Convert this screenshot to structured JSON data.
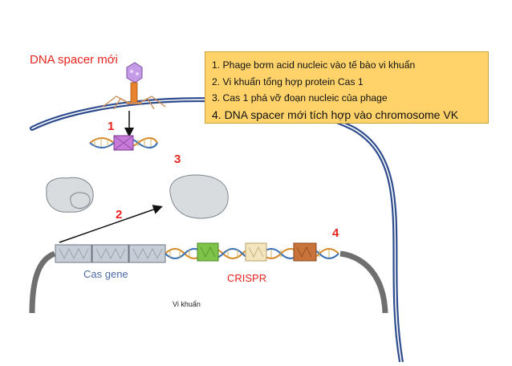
{
  "title": "DNA spacer mới",
  "legend": {
    "items": [
      "1. Phage bơm acid nucleic vào tế bào vi khuẩn",
      "2. Vi khuẩn tổng hợp protein Cas 1",
      "3. Cas 1 phá vỡ đoạn nucleic của phage",
      "4. DNA spacer mới tích hợp vào chromosome VK"
    ]
  },
  "step_numbers": [
    "1",
    "2",
    "3",
    "4"
  ],
  "labels": {
    "cas_gene": "Cas gene",
    "crispr": "CRISPR",
    "bacterium": "Vi khuẩn"
  },
  "colors": {
    "membrane": "#2f4d8e",
    "chromosome": "#6f6f6f",
    "title_red": "#e8251f",
    "legend_bg": "#ffd36a",
    "cas_label": "#4a6aa8",
    "spacer_purple": "#c77ad8",
    "spacer_green": "#7fc34a",
    "spacer_cream": "#f3e6bf",
    "spacer_brown": "#c8733a",
    "protein_gray": "#d9dcdf"
  }
}
